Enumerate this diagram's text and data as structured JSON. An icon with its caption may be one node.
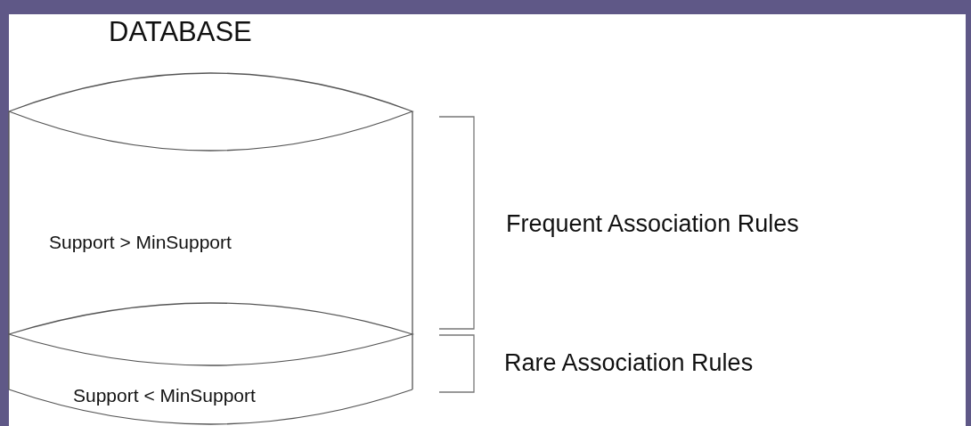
{
  "diagram": {
    "title": "DATABASE",
    "nodes": [
      {
        "text": [
          "Support > MinSupport"
        ]
      },
      {
        "text": [
          "Support < MinSupport"
        ]
      }
    ],
    "edges": [],
    "labels": [
      "Frequent Association Rules",
      "Rare Association Rules"
    ]
  }
}
